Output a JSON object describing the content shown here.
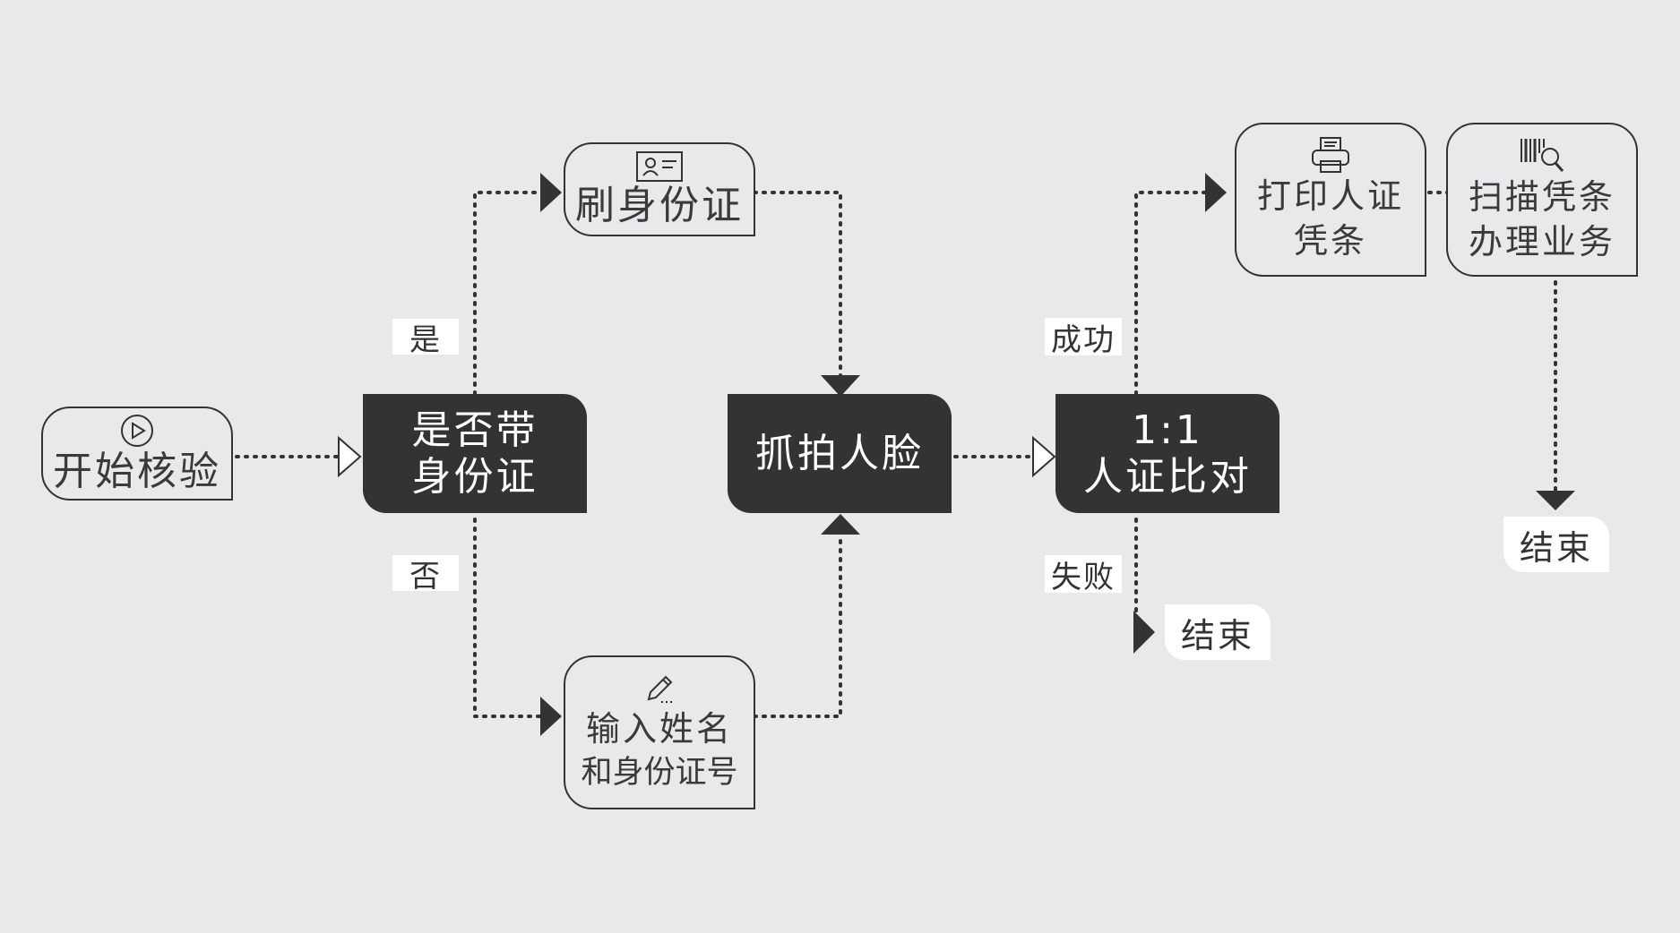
{
  "nodes": {
    "start": {
      "label": "开始核验",
      "icon": "play-icon"
    },
    "has_id": {
      "line1": "是否带",
      "line2": "身份证"
    },
    "swipe_id": {
      "label": "刷身份证",
      "icon": "id-card-icon"
    },
    "manual_input": {
      "line1": "输入姓名",
      "line2": "和身份证号",
      "icon": "pencil-icon"
    },
    "capture_face": {
      "label": "抓拍人脸"
    },
    "compare": {
      "line1": "1:1",
      "line2": "人证比对"
    },
    "print": {
      "line1": "打印人证",
      "line2": "凭条",
      "icon": "printer-icon"
    },
    "scan": {
      "line1": "扫描凭条",
      "line2": "办理业务",
      "icon": "barcode-scan-icon"
    },
    "end_fail": {
      "label": "结束"
    },
    "end_final": {
      "label": "结束"
    }
  },
  "branch_labels": {
    "yes": "是",
    "no": "否",
    "success": "成功",
    "fail": "失败"
  },
  "colors": {
    "background": "#e9e8ea",
    "dark_fill": "#333333",
    "line": "#333333",
    "label_bg": "#ffffff"
  }
}
